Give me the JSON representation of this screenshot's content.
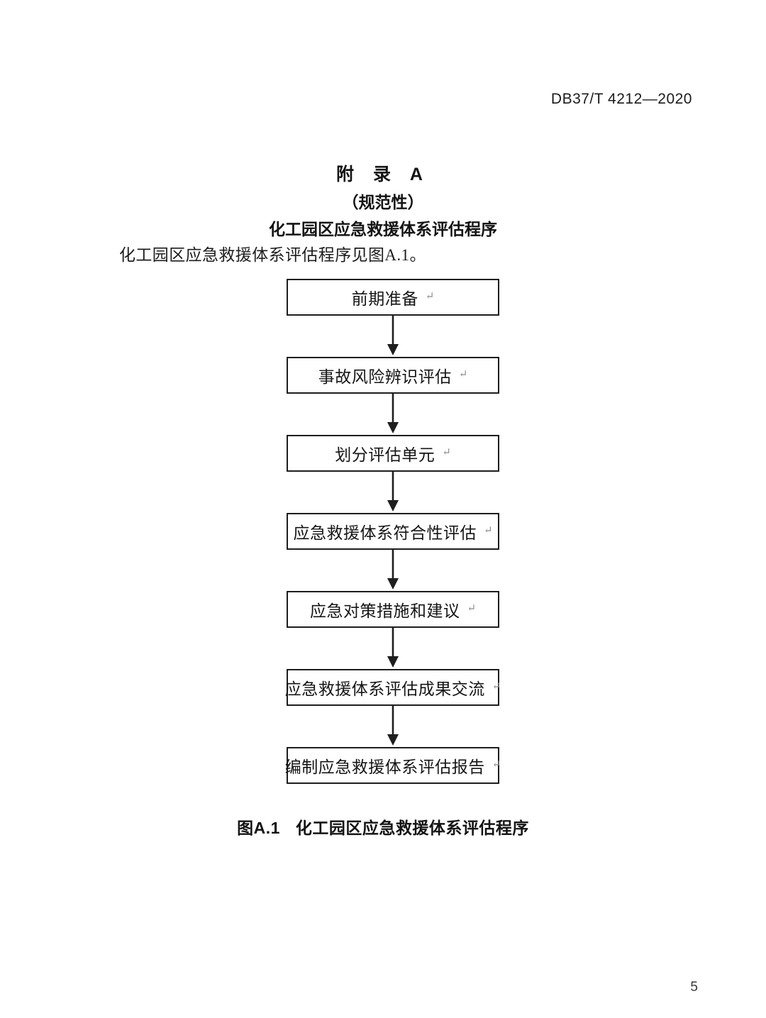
{
  "header": {
    "standard_number": "DB37/T 4212—2020"
  },
  "annex": {
    "label": "附 录 A",
    "normative": "（规范性）",
    "subject": "化工园区应急救援体系评估程序"
  },
  "body": {
    "paragraph": "化工园区应急救援体系评估程序见图A.1。"
  },
  "flowchart": {
    "type": "flow",
    "orientation": "vertical",
    "arrow_style": "solid-triangle-down",
    "box_fill": "#ffffff",
    "box_border": "#1e1e1e",
    "return_mark": "↵",
    "steps": [
      {
        "label": "前期准备",
        "mark": "↵"
      },
      {
        "label": "事故风险辨识评估",
        "mark": "↵"
      },
      {
        "label": "划分评估单元",
        "mark": "↵"
      },
      {
        "label": "应急救援体系符合性评估",
        "mark": "↵"
      },
      {
        "label": "应急对策措施和建议",
        "mark": "↵"
      },
      {
        "label": "应急救援体系评估成果交流",
        "mark": "↵"
      },
      {
        "label": "编制应急救援体系评估报告",
        "mark": "↵"
      }
    ]
  },
  "figure": {
    "number": "图A.1",
    "title": "化工园区应急救援体系评估程序"
  },
  "footer": {
    "page_number": "5"
  }
}
